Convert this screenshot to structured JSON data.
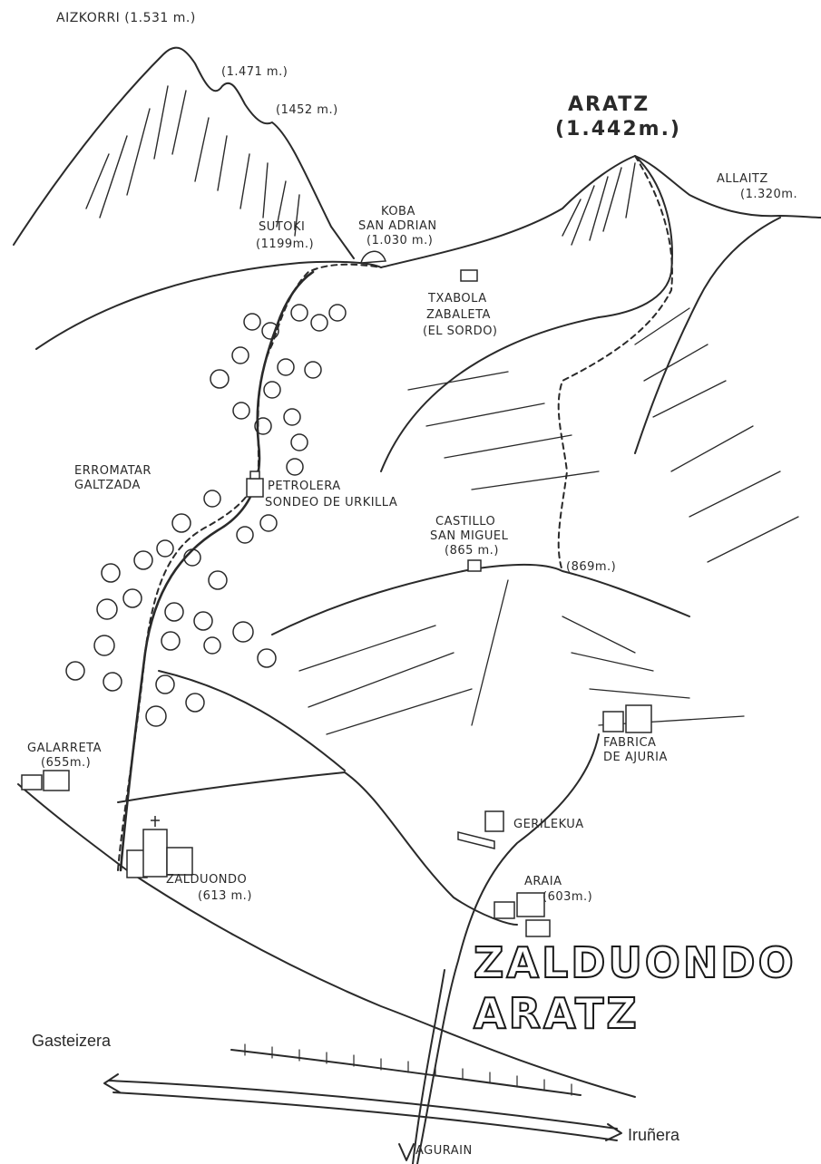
{
  "title": {
    "line1": "ZALDUONDO",
    "line2": "ARATZ"
  },
  "peaks": {
    "aizkorri": "AIZKORRI (1.531 m.)",
    "peak1471": "(1.471 m.)",
    "peak1452": "(1452 m.)",
    "aratz_name": "ARATZ",
    "aratz_alt": "(1.442m.)",
    "allaitz_name": "ALLAITZ",
    "allaitz_alt": "(1.320m.",
    "sutoki_name": "SUTOKI",
    "sutoki_alt": "(1199m.)"
  },
  "places": {
    "koba1": "KOBA",
    "koba2": "SAN ADRIAN",
    "koba3": "(1.030 m.)",
    "txabola1": "TXABOLA",
    "txabola2": "ZABALETA",
    "txabola3": "(EL SORDO)",
    "erromatar1": "ERROMATAR",
    "erromatar2": "GALTZADA",
    "petrolera1": "PETROLERA",
    "petrolera2": "SONDEO DE URKILLA",
    "castillo1": "CASTILLO",
    "castillo2": "SAN MIGUEL",
    "castillo3": "(865 m.)",
    "col869": "(869m.)",
    "galarreta1": "GALARRETA",
    "galarreta2": "(655m.)",
    "fabrica1": "FABRICA",
    "fabrica2": "DE AJURIA",
    "gerilekua": "GERILEKUA",
    "zalduondo1": "ZALDUONDO",
    "zalduondo2": "(613 m.)",
    "araia1": "ARAIA",
    "araia2": "(603m.)"
  },
  "directions": {
    "gasteiz": "Gasteizera",
    "iruna": "Iruñera",
    "agurain": "AGURAIN"
  },
  "colors": {
    "ink": "#2a2a2a",
    "paper": "#ffffff"
  }
}
